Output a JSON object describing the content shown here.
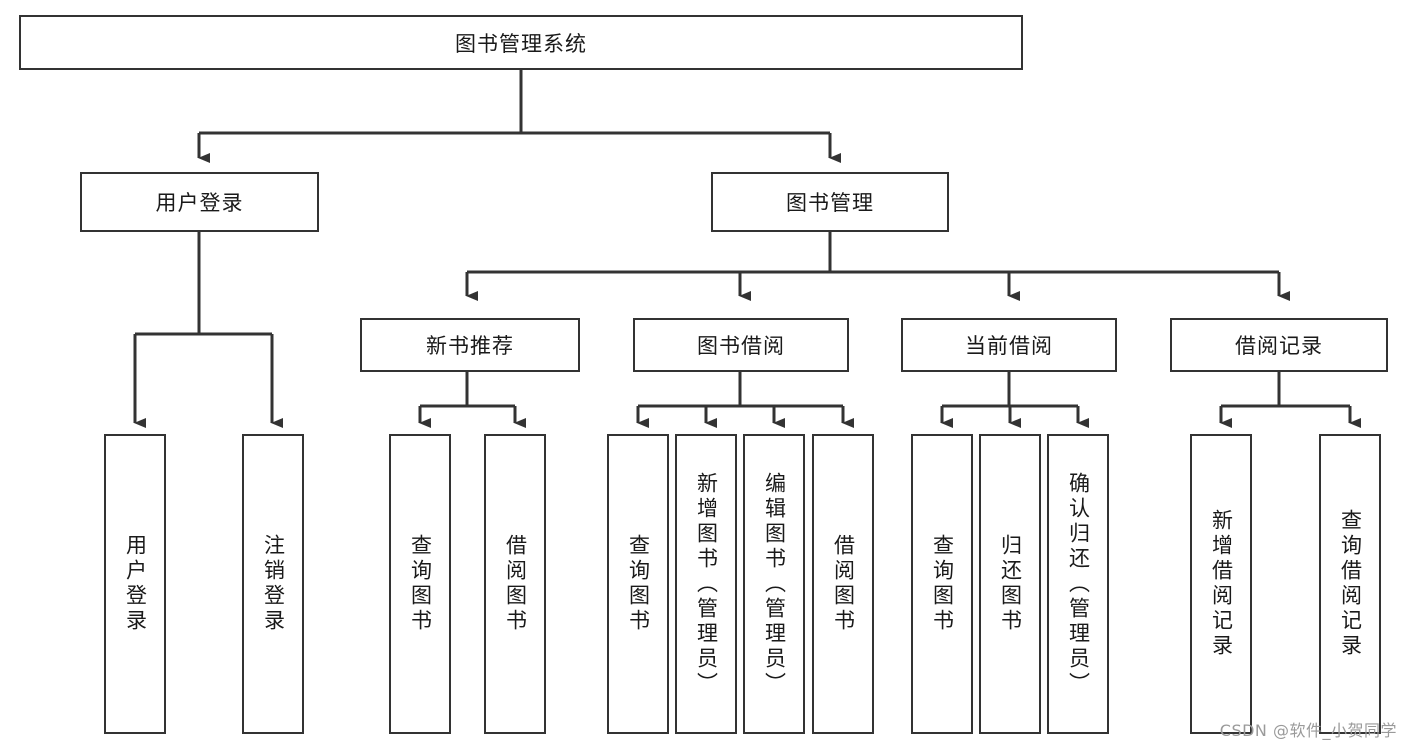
{
  "diagram": {
    "type": "tree-hierarchy-chart",
    "title": "图书管理系统",
    "line_color": "#333333",
    "box_fill": "#ffffff",
    "text_color": "#1a1a1a",
    "watermark": "CSDN @软件_小贺同学",
    "levels": {
      "root": {
        "label": "图书管理系统"
      },
      "level2": [
        {
          "label": "用户登录"
        },
        {
          "label": "图书管理"
        }
      ],
      "level3": [
        {
          "label": "新书推荐"
        },
        {
          "label": "图书借阅"
        },
        {
          "label": "当前借阅"
        },
        {
          "label": "借阅记录"
        }
      ],
      "leaves": [
        {
          "label": "用户登录",
          "parent": "用户登录"
        },
        {
          "label": "注销登录",
          "parent": "用户登录"
        },
        {
          "label": "查询图书",
          "parent": "新书推荐"
        },
        {
          "label": "借阅图书",
          "parent": "新书推荐"
        },
        {
          "label": "查询图书",
          "parent": "图书借阅"
        },
        {
          "label": "新增图书（管理员）",
          "parent": "图书借阅"
        },
        {
          "label": "编辑图书（管理员）",
          "parent": "图书借阅"
        },
        {
          "label": "借阅图书",
          "parent": "图书借阅"
        },
        {
          "label": "查询图书",
          "parent": "当前借阅"
        },
        {
          "label": "归还图书",
          "parent": "当前借阅"
        },
        {
          "label": "确认归还（管理员）",
          "parent": "当前借阅"
        },
        {
          "label": "新增借阅记录",
          "parent": "借阅记录"
        },
        {
          "label": "查询借阅记录",
          "parent": "借阅记录"
        }
      ]
    }
  }
}
